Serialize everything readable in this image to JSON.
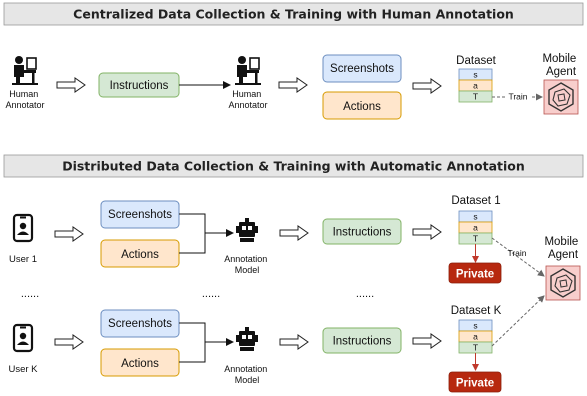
{
  "section1": {
    "title": "Centralized Data Collection & Training with Human Annotation",
    "human_annotator_1": [
      "Human",
      "Annotator"
    ],
    "instructions": "Instructions",
    "human_annotator_2": [
      "Human",
      "Annotator"
    ],
    "screenshots": "Screenshots",
    "actions": "Actions",
    "dataset_label": "Dataset",
    "dataset_cells": [
      "s",
      "a",
      "T"
    ],
    "train": "Train",
    "agent_label": [
      "Mobile",
      "Agent"
    ]
  },
  "section2": {
    "title": "Distributed Data Collection & Training with Automatic Annotation",
    "user_1": "User 1",
    "user_k": "User K",
    "screenshots": "Screenshots",
    "actions": "Actions",
    "model_label": [
      "Annotation",
      "Model"
    ],
    "instructions": "Instructions",
    "dataset_1": "Dataset 1",
    "dataset_k": "Dataset K",
    "dataset_cells": [
      "s",
      "a",
      "T"
    ],
    "private": "Private",
    "train": "Train",
    "agent_label": [
      "Mobile",
      "Agent"
    ],
    "ellipsis": "......"
  },
  "colors": {
    "green_fill": "#d5e8d4",
    "green_stroke": "#82b366",
    "blue_fill": "#dae8fc",
    "blue_stroke": "#6c8ebf",
    "orange_fill": "#ffe6cc",
    "orange_stroke": "#d79b00",
    "yellow_fill": "#fff2cc",
    "yellow_stroke": "#d6b656",
    "pink_fill": "#f8cecc",
    "pink_stroke": "#b85450",
    "private_fill": "#b7280f",
    "header_fill": "#e6e6e6"
  }
}
